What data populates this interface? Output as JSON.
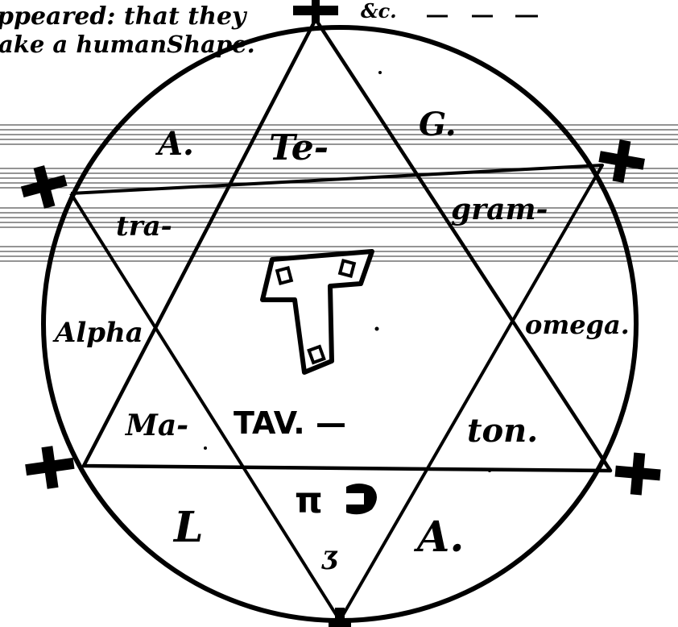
{
  "header_text": {
    "line1": "ppeared: that they",
    "line2": "ake a humanShape.",
    "etc": "&c."
  },
  "diagram": {
    "top_left": "A.",
    "top_mid": "Te-",
    "top_right": "G.",
    "left_upper": "tra-",
    "right_upper": "gram-",
    "left_mid": "Alpha",
    "right_mid": "omega.",
    "left_lower": "Ma-",
    "center_word": "TAV. —",
    "right_lower": "ton.",
    "bottom_left": "L",
    "bottom_right": "A.",
    "bottom_hebrew": "π",
    "bottom_small": "ʒ",
    "center_symbol": "T"
  },
  "colors": {
    "ink": "#000000",
    "paper": "#ffffff",
    "staff": "#555555"
  }
}
